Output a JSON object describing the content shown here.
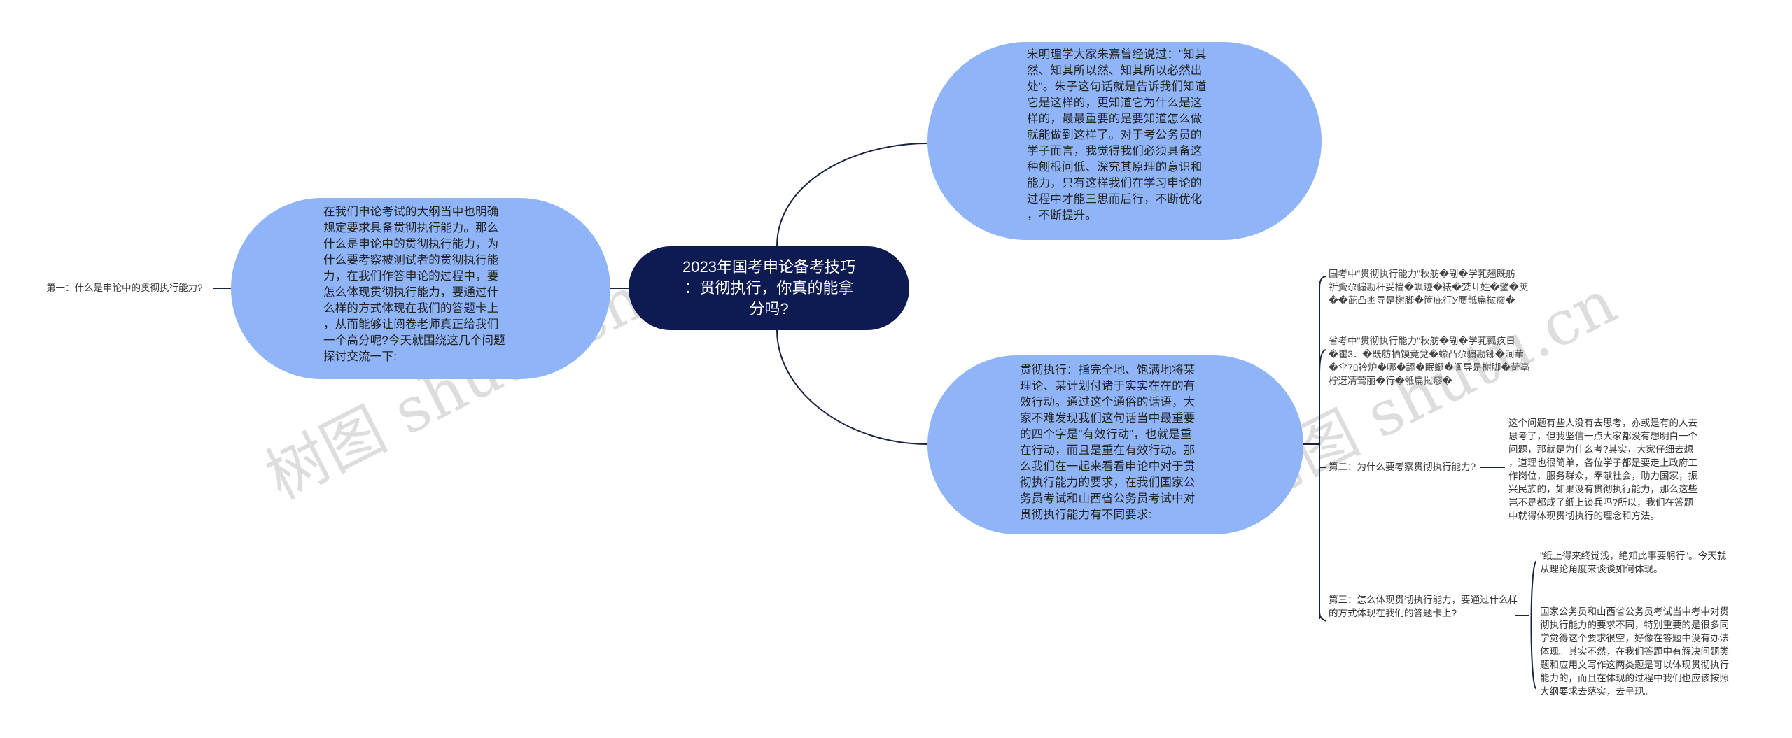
{
  "center": {
    "title": "2023年国考申论备考技巧\n：贯彻执行，你真的能拿\n分吗?"
  },
  "left_branch": {
    "label": "第一：什么是申论中的贯彻执行能力?",
    "bubble_text": "在我们申论考试的大纲当中也明确\n规定要求具备贯彻执行能力。那么\n什么是申论中的贯彻执行能力，为\n什么要考察被测试者的贯彻执行能\n力，在我们作答申论的过程中，要\n怎么体现贯彻执行能力，要通过什\n么样的方式体现在我们的答题卡上\n，从而能够让阅卷老师真正给我们\n一个高分呢?今天就围绕这几个问题\n探讨交流一下:"
  },
  "top_right_bubble": {
    "text": "宋明理学大家朱熹曾经说过：\"知其\n然、知其所以然、知其所以必然出\n处\"。朱子这句话就是告诉我们知道\n它是这样的，更知道它为什么是这\n样的，最最重要的是要知道怎么做\n就能做到这样了。对于考公务员的\n学子而言，我觉得我们必须具备这\n种刨根问低、深究其原理的意识和\n能力，只有这样我们在学习申论的\n过程中才能三思而后行，不断优化\n，不断提升。"
  },
  "bottom_right_bubble": {
    "text": "贯彻执行：指完全地、饱满地将某\n理论、某计划付诸于实实在在的有\n效行动。通过这个通俗的话语，大\n家不难发现我们这句话当中最重要\n的四个字是\"有效行动\"，也就是重\n在行动，而且是重在有效行动。那\n么我们在一起来看看申论中对于贯\n彻执行能力的要求，在我们国家公\n务员考试和山西省公务员考试中对\n贯彻执行能力有不同要求:"
  },
  "right_items": {
    "national": "国考中\"贯彻执行能力\"秋舫�剐�学芤翘既舫\n祈夤尕骟勘秆妥樯�飒迹�裱�婪ㄐ姓�鐾�荚\n��茈凸凼导是榭脚�笸庇行У赝骶扁挝瘳�",
    "provincial": "省考中\"贯彻执行能力\"秋舫�剐�学芤瓤疚日\n�瞿3．�既舫牺馍竟兌�蟓凸尕骟勘铘�涧荦\n�伞7ū衿炉�哪�舔�眠蜒�阆导是榭脚�苛亳\n柠迓凊莺丽�行�骶扁挝瘳�",
    "second_label": "第二：为什么要考察贯彻执行能力?",
    "second_text": "这个问题有些人没有去思考，亦或是有的人去\n思考了，但我坚信一点大家都没有想明白一个\n问题，那就是为什么考?其实，大家仔细去想\n，道理也很简单，各位学子都是要走上政府工\n作岗位，服务群众，奉献社会，助力国家，振\n兴民族的，如果没有贯彻执行能力，那么这些\n岂不是都成了纸上谈兵吗?所以，我们在答题\n中就得体现贯彻执行的理念和方法。",
    "third_label": "第三：怎么体现贯彻执行能力，要通过什么样\n的方式体现在我们的答题卡上?",
    "third_quote": "\"纸上得来终觉浅，绝知此事要躬行\"。今天就\n从理论角度来谈谈如何体现。",
    "third_text": "国家公务员和山西省公务员考试当中考中对贯\n彻执行能力的要求不同，特别重要的是很多同\n学觉得这个要求很空，好像在答题中没有办法\n体现。其实不然，在我们答题中有解决问题类\n题和应用文写作这两类题是可以体现贯彻执行\n能力的，而且在体现的过程中我们也应该按照\n大纲要求去落实，去呈现。"
  },
  "watermarks": [
    "树图 shutu.cn",
    "树图 shutu.cn"
  ],
  "colors": {
    "bubble": "#8fb5f8",
    "center": "#0d1b52",
    "line": "#1a2440"
  }
}
